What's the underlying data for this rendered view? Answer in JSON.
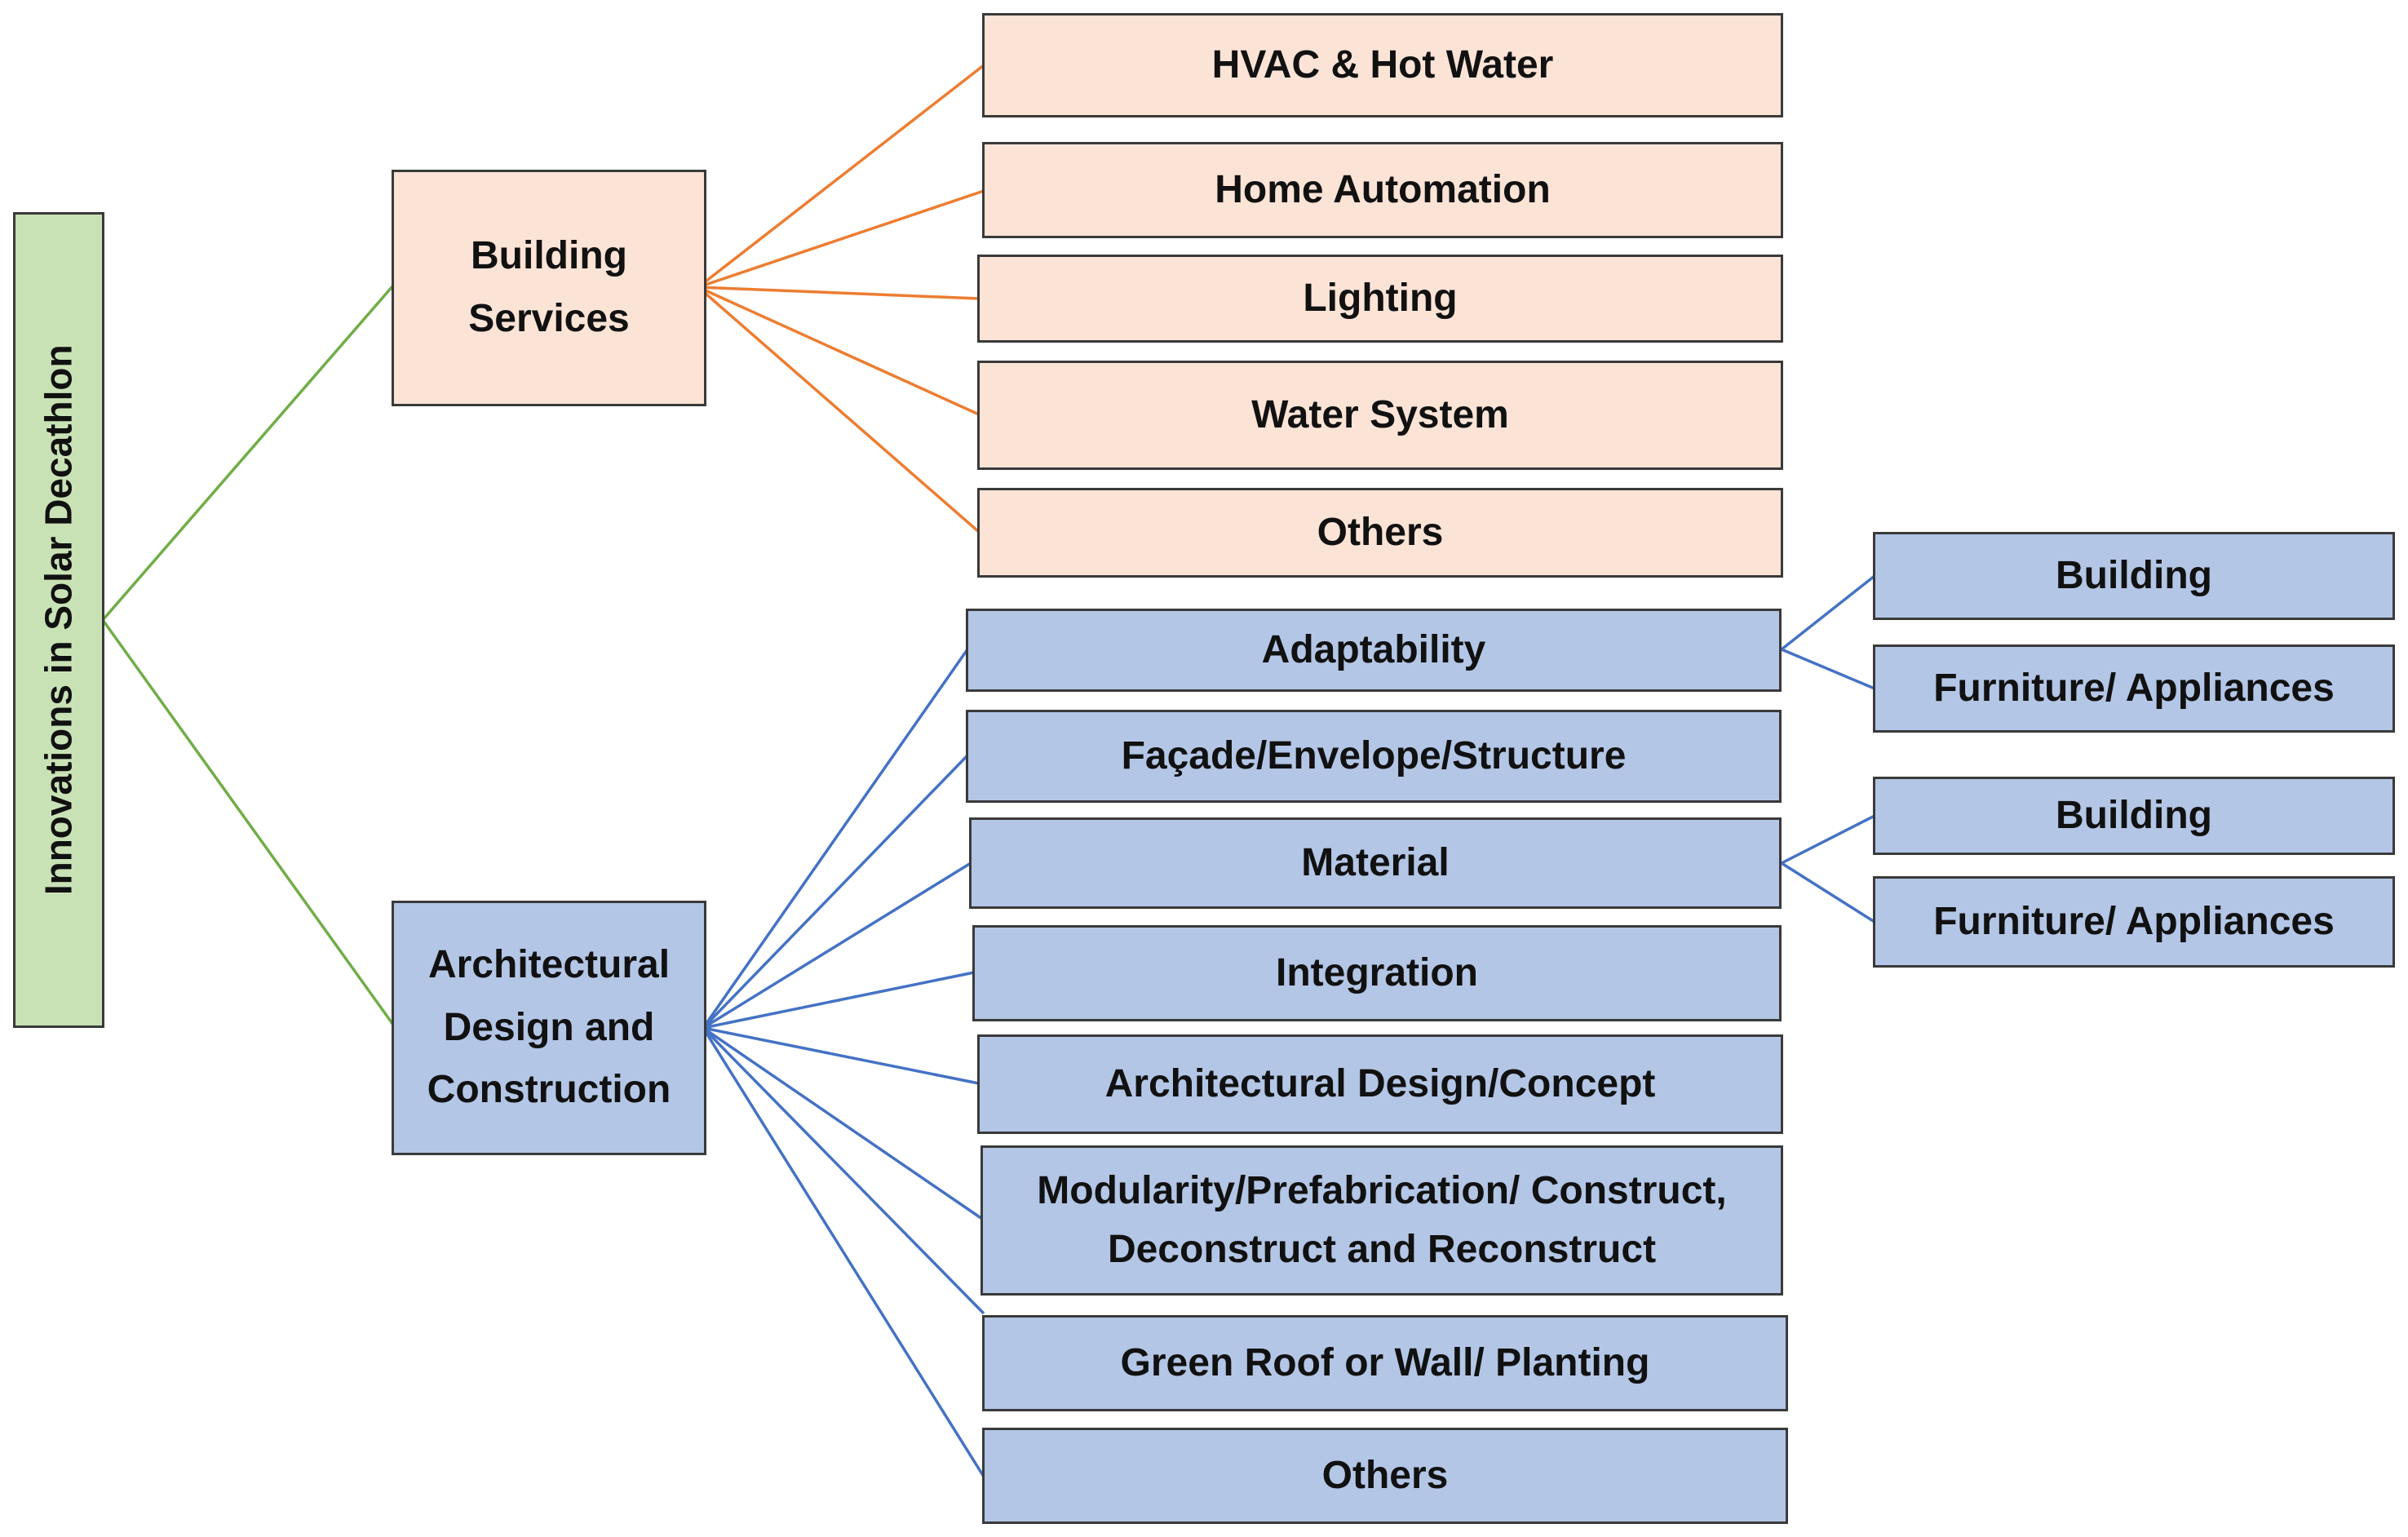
{
  "colors": {
    "root_fill": "#c9e2b5",
    "orange_fill": "#fbe3d6",
    "blue_fill": "#b3c6e6",
    "green_line": "#70ad47",
    "orange_line": "#ed7d31",
    "blue_line": "#4472c4"
  },
  "root": {
    "label": "Innovations in Solar Decathlon"
  },
  "building_services": {
    "label": "Building Services",
    "items": [
      "HVAC & Hot Water",
      "Home Automation",
      "Lighting",
      "Water System",
      "Others"
    ]
  },
  "architectural": {
    "label": "Architectural Design and Construction",
    "items": [
      "Adaptability",
      "Façade/Envelope/Structure",
      "Material",
      "Integration",
      "Architectural Design/Concept",
      "Modularity/Prefabrication/ Construct, Deconstruct and Reconstruct",
      "Green Roof or Wall/ Planting",
      "Others"
    ]
  },
  "adaptability_sub": {
    "items": [
      "Building",
      "Furniture/ Appliances"
    ]
  },
  "material_sub": {
    "items": [
      "Building",
      "Furniture/ Appliances"
    ]
  }
}
